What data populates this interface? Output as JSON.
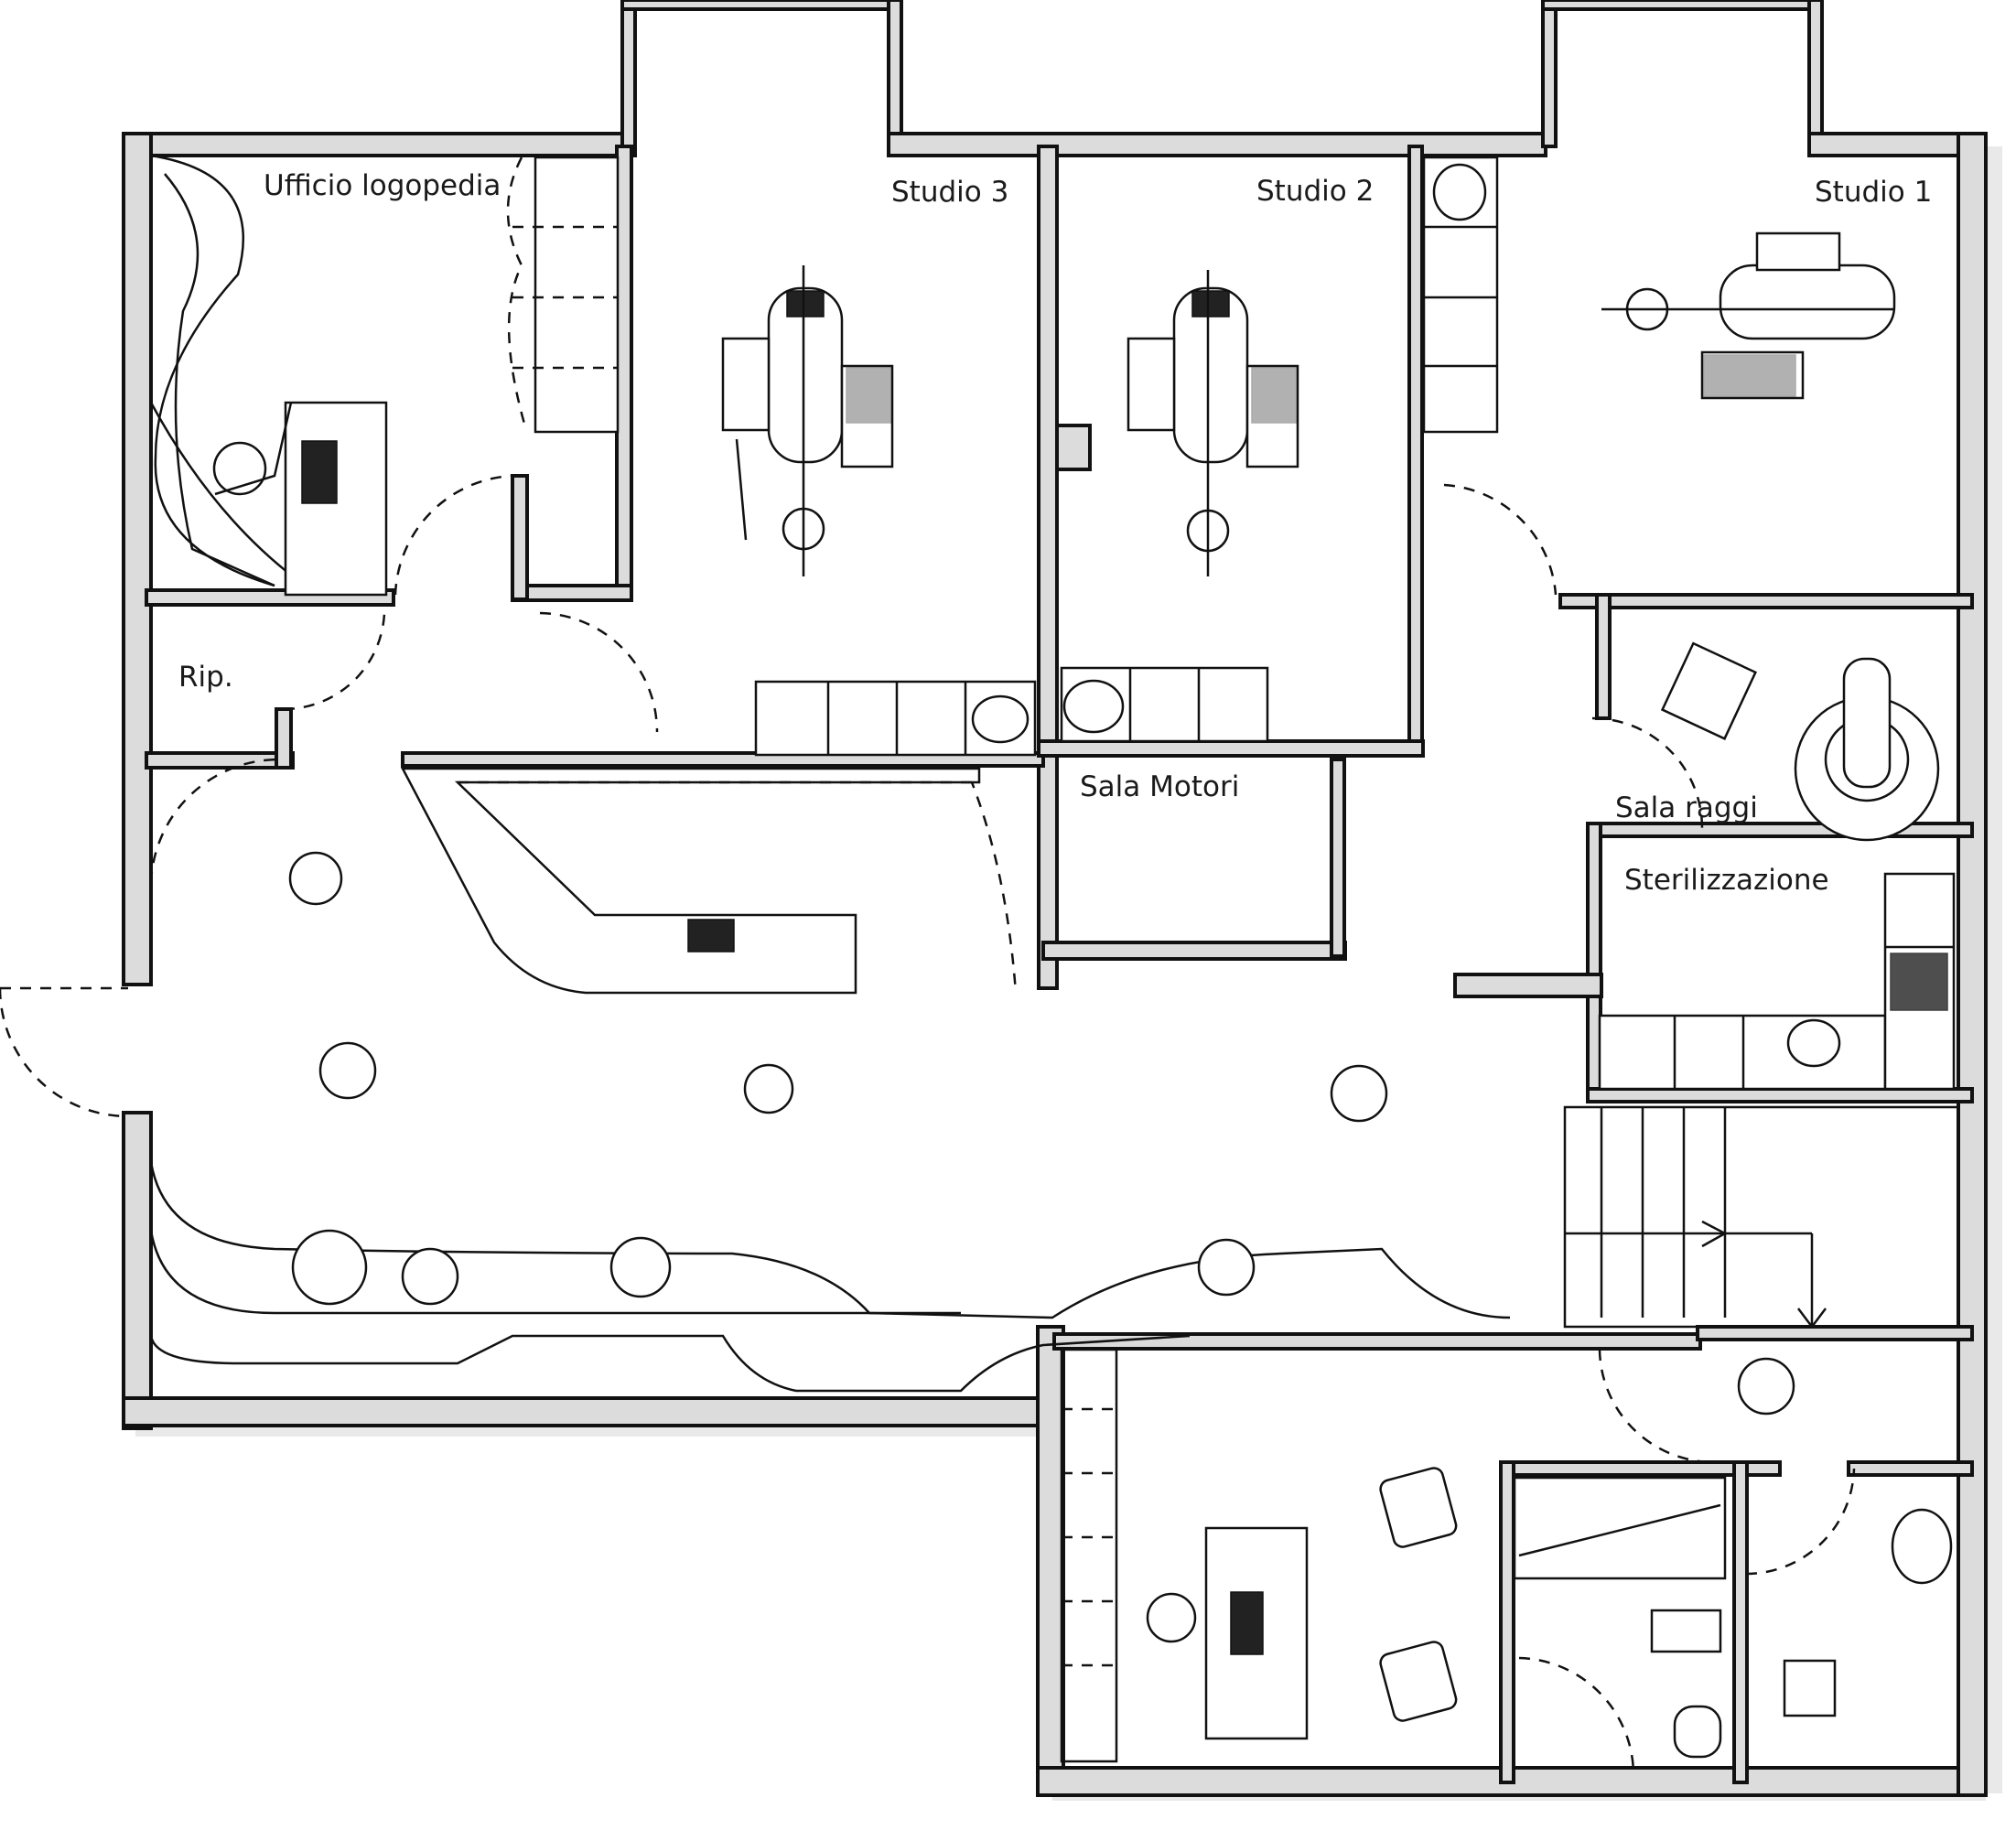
{
  "rooms": {
    "ufficio_logopedia": "Ufficio logopedia",
    "studio_3": "Studio 3",
    "studio_2": "Studio 2",
    "studio_1": "Studio 1",
    "ripostiglio": "Rip.",
    "sala_motori": "Sala Motori",
    "sala_raggi": "Sala raggi",
    "sterilizzazione": "Sterilizzazione"
  }
}
